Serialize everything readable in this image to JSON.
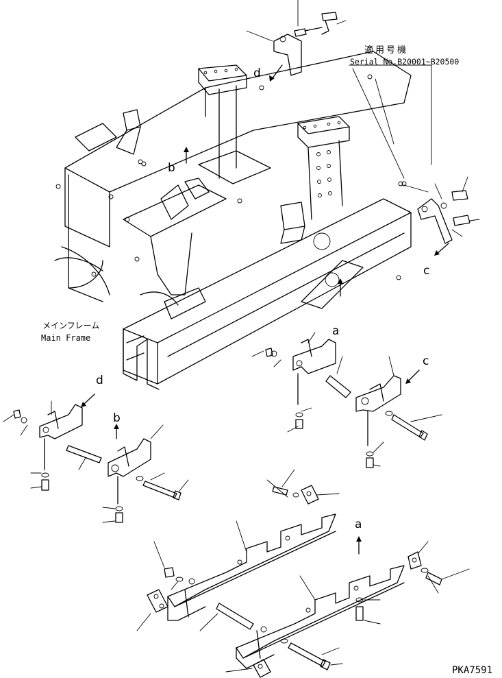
{
  "labels": {
    "serial_jp": "適用号機",
    "serial_en": "Serial No.B20001~B20500",
    "main_frame_jp": "メインフレーム",
    "main_frame_en": "Main Frame",
    "drawing_code": "PKA7591"
  },
  "letters": {
    "a1": "a",
    "a2": "a",
    "b1": "b",
    "b2": "b",
    "c1": "c",
    "c2": "c",
    "d1": "d",
    "d2": "d"
  }
}
